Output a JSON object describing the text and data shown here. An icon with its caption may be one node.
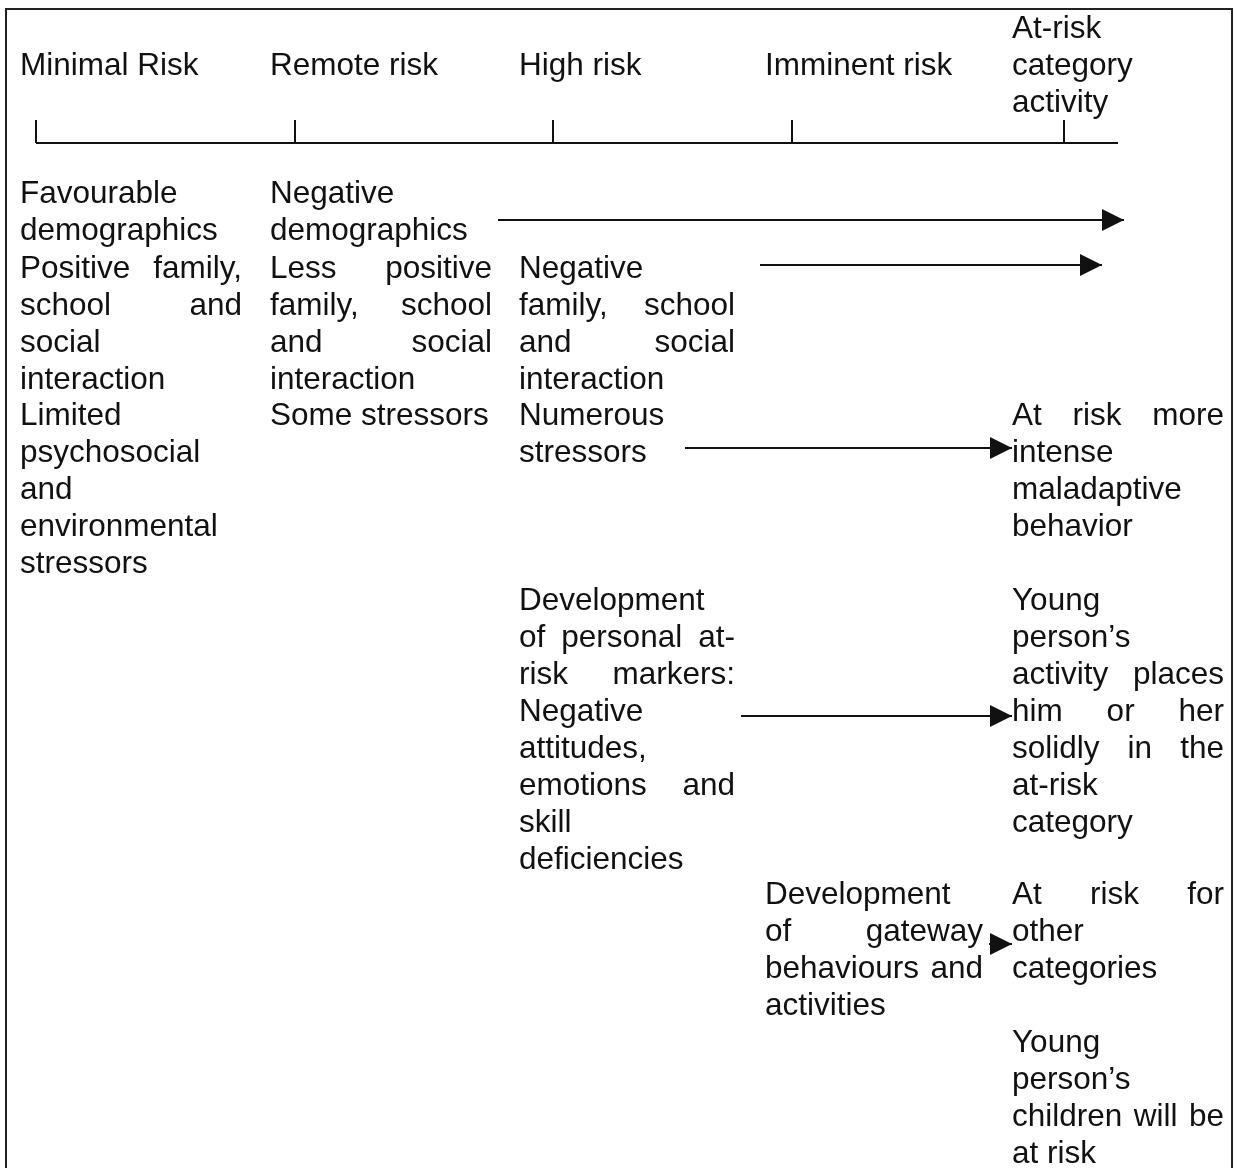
{
  "diagram": {
    "nodes": [
      {
        "text": [
          "Negative demographics"
        ]
      },
      {
        "text": [
          "Negative family, school and social interaction"
        ]
      },
      {
        "text": [
          "Numerous stressors"
        ]
      },
      {
        "text": [
          "At risk more intense maladaptive behavior"
        ]
      },
      {
        "text": [
          "Development of personal at-risk markers: Negative attitudes, emotions and skill deficiencies"
        ]
      },
      {
        "text": [
          "Young person’s activity places him or her solidly in the at-risk category"
        ]
      },
      {
        "text": [
          "Development of gateway behaviours and activities"
        ]
      },
      {
        "text": [
          "At risk for other categories"
        ]
      }
    ],
    "edges": [
      {
        "from": 0,
        "to": null,
        "arrow": "to"
      },
      {
        "from": 1,
        "to": null,
        "arrow": "to"
      },
      {
        "from": 2,
        "to": 3,
        "arrow": "to"
      },
      {
        "from": 4,
        "to": 5,
        "arrow": "to"
      },
      {
        "from": 6,
        "to": 7,
        "arrow": "to"
      }
    ],
    "labels": [
      "Minimal Risk",
      "Remote risk",
      "High risk",
      "Imminent risk",
      "At-risk category activity",
      "Favourable demographics",
      "Positive family, school and social interaction",
      "Less positive family, school and social interaction",
      "Limited psychosocial and environmental stressors",
      "Some stressors",
      "Young person’s children will be at risk"
    ]
  }
}
